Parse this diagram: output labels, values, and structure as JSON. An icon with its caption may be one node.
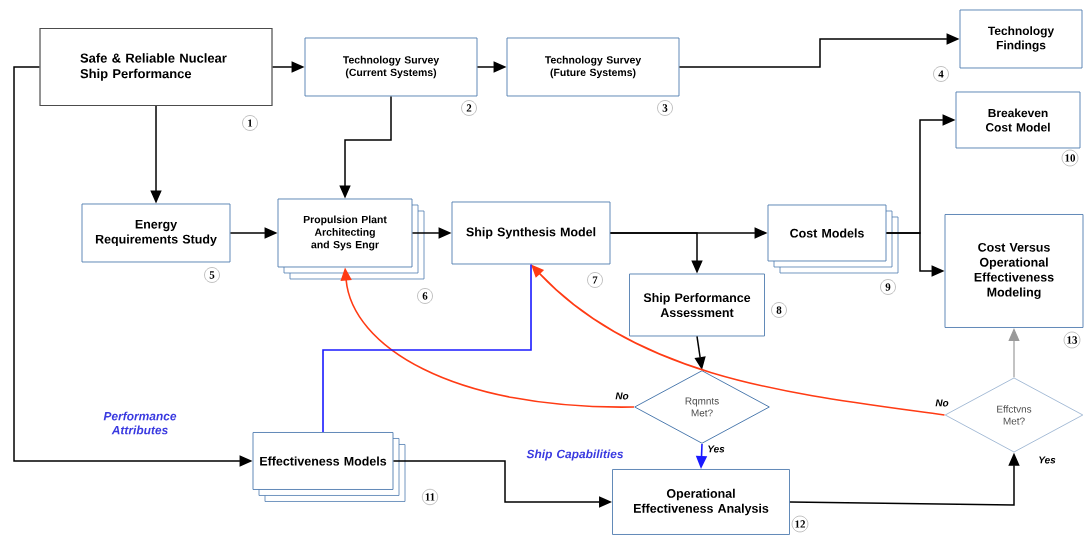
{
  "diagram": {
    "nodes": [
      {
        "text": [
          "Safe & Reliable Nuclear Ship Performance"
        ],
        "beside": [
          "1"
        ]
      },
      {
        "text": [
          "Technology Survey (Current Systems)"
        ],
        "beside": [
          "2"
        ]
      },
      {
        "text": [
          "Technology Survey (Future Systems)"
        ],
        "beside": [
          "3"
        ]
      },
      {
        "text": [
          "Technology Findings"
        ],
        "beside": [
          "4"
        ]
      },
      {
        "text": [
          "Breakeven Cost Model"
        ],
        "beside": [
          "10"
        ]
      },
      {
        "text": [
          "Energy Requirements Study"
        ],
        "beside": [
          "5"
        ]
      },
      {
        "text": [
          "Propulsion Plant Architecting and Sys Engr"
        ],
        "beside": [
          "6"
        ]
      },
      {
        "text": [
          "Ship Synthesis Model"
        ],
        "beside": [
          "7"
        ]
      },
      {
        "text": [
          "Cost Models"
        ],
        "beside": [
          "9"
        ]
      },
      {
        "text": [
          "Cost Versus Operational Effectiveness Modeling"
        ],
        "beside": [
          "13"
        ]
      },
      {
        "text": [
          "Ship Performance Assessment"
        ],
        "beside": [
          "8"
        ]
      },
      {
        "text": [
          "Rqmnts Met?"
        ]
      },
      {
        "text": [
          "Effectiveness Models"
        ],
        "beside": [
          "11"
        ]
      },
      {
        "text": [
          "Operational Effectiveness Analysis"
        ],
        "beside": [
          "12"
        ]
      },
      {
        "text": [
          "Effctvns Met?"
        ]
      }
    ],
    "edges": [
      {
        "from": 0,
        "to": 1,
        "arrow": "to"
      },
      {
        "from": 1,
        "to": 2,
        "arrow": "to"
      },
      {
        "from": 2,
        "to": 3,
        "arrow": "to"
      },
      {
        "from": 0,
        "to": 5,
        "arrow": "to"
      },
      {
        "from": 1,
        "to": 6,
        "arrow": "to"
      },
      {
        "from": 5,
        "to": 6,
        "arrow": "to"
      },
      {
        "from": 6,
        "to": 7,
        "arrow": "to"
      },
      {
        "from": 7,
        "to": 8,
        "arrow": "to"
      },
      {
        "from": 7,
        "to": 10,
        "arrow": "to"
      },
      {
        "from": 8,
        "to": 4,
        "arrow": "to"
      },
      {
        "from": 8,
        "to": 9,
        "arrow": "to"
      },
      {
        "from": 10,
        "to": 11,
        "arrow": "to"
      },
      {
        "from": 11,
        "to": 6,
        "arrow": "to",
        "label": "No",
        "color": "#ff3b14"
      },
      {
        "from": 11,
        "to": 13,
        "arrow": "to",
        "label": "Yes",
        "color": "#1a1aff"
      },
      {
        "from": 14,
        "to": 7,
        "arrow": "to",
        "label": "No",
        "color": "#ff3b14"
      },
      {
        "from": 14,
        "to": 9,
        "arrow": "to",
        "color": "#9a9a9a"
      },
      {
        "from": 13,
        "to": 14,
        "arrow": "to",
        "label": "Yes"
      },
      {
        "from": 0,
        "to": 12,
        "arrow": "to"
      },
      {
        "from": 12,
        "to": 13,
        "arrow": "to"
      },
      {
        "from": 12,
        "to": 7,
        "arrow": "none",
        "color": "#1a1aff"
      }
    ],
    "labels": [
      "Performance Attributes",
      "Ship Capabilities"
    ]
  }
}
